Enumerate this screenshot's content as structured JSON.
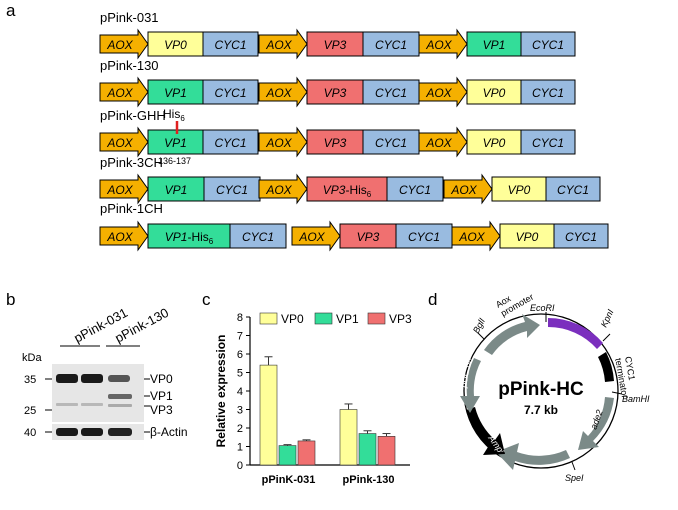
{
  "panel_labels": {
    "a": "a",
    "b": "b",
    "c": "c",
    "d": "d"
  },
  "colors": {
    "aox": "#f5b000",
    "vp0": "#ffff99",
    "vp1": "#33dd99",
    "vp3": "#f07070",
    "cyc1": "#99bbe0",
    "plasmid_gray": "#7b8a88",
    "plasmid_purple": "#7b2fbe",
    "his_red": "#e02020"
  },
  "constructs": [
    {
      "name": "pPink-031",
      "parts": [
        "AOX",
        "VP0",
        "CYC1",
        "AOX",
        "VP3",
        "CYC1",
        "AOX",
        "VP1",
        "CYC1"
      ]
    },
    {
      "name": "pPink-130",
      "parts": [
        "AOX",
        "VP1",
        "CYC1",
        "AOX",
        "VP3",
        "CYC1",
        "AOX",
        "VP0",
        "CYC1"
      ]
    },
    {
      "name": "pPink-GHH",
      "parts": [
        "AOX",
        "VP1",
        "CYC1",
        "AOX",
        "VP3",
        "CYC1",
        "AOX",
        "VP0",
        "CYC1"
      ]
    },
    {
      "name": "pPink-3CH",
      "parts": [
        "AOX",
        "VP1",
        "CYC1",
        "AOX",
        "VP3-His6",
        "CYC1",
        "AOX",
        "VP0",
        "CYC1"
      ]
    },
    {
      "name": "pPink-1CH",
      "parts": [
        "AOX",
        "VP1-His6",
        "CYC1",
        "AOX",
        "VP3",
        "CYC1",
        "AOX",
        "VP0",
        "CYC1"
      ]
    }
  ],
  "ghh_annotation": {
    "tag": "His",
    "tag_sub": "6",
    "position": "136-137"
  },
  "western": {
    "lanes": [
      "pPink-031",
      "pPink-130"
    ],
    "kda_label": "kDa",
    "markers": [
      "35",
      "25",
      "40"
    ],
    "bands": [
      "VP0",
      "VP1",
      "VP3",
      "β-Actin"
    ]
  },
  "chart_data": {
    "type": "bar",
    "categories": [
      "pPinK-031",
      "pPink-130"
    ],
    "series": [
      {
        "name": "VP0",
        "values": [
          5.4,
          3.0
        ],
        "errors": [
          0.45,
          0.3
        ],
        "color": "#ffff99"
      },
      {
        "name": "VP1",
        "values": [
          1.05,
          1.7
        ],
        "errors": [
          0.05,
          0.15
        ],
        "color": "#33dd99"
      },
      {
        "name": "VP3",
        "values": [
          1.3,
          1.55
        ],
        "errors": [
          0.06,
          0.15
        ],
        "color": "#f07070"
      }
    ],
    "ylabel": "Relative expression",
    "ylim": [
      0,
      8
    ],
    "yticks": [
      "0",
      "1",
      "2",
      "3",
      "4",
      "5",
      "6",
      "7",
      "8"
    ],
    "legend": "top"
  },
  "plasmid": {
    "name": "pPink-HC",
    "size": "7.7 kb",
    "sites": [
      "EcoRI",
      "KpnI",
      "BamHI",
      "SpeI",
      "BglI"
    ],
    "features": {
      "aox_promoter": "Aox\npromoter",
      "cyc1_terminator": "CYC1\nterminator",
      "ade2": "ade2",
      "amp": "Amp",
      "amp_sup": "r",
      "puc_ori": "pUC ori"
    }
  }
}
